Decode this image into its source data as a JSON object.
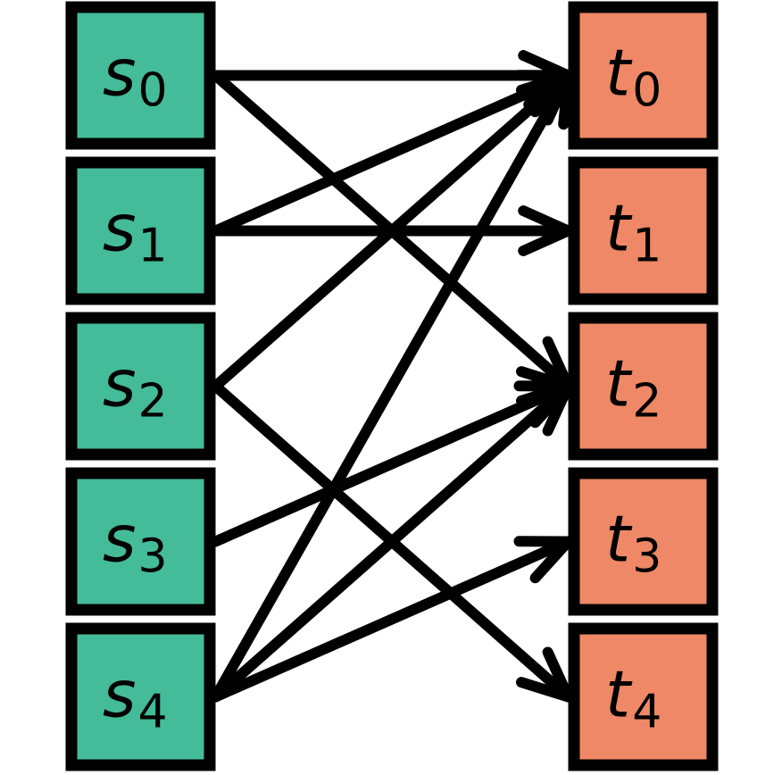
{
  "colors": {
    "source": "#44bb99",
    "target": "#ee8866",
    "stroke": "#000000"
  },
  "sources": [
    {
      "base": "s",
      "sub": "0"
    },
    {
      "base": "s",
      "sub": "1"
    },
    {
      "base": "s",
      "sub": "2"
    },
    {
      "base": "s",
      "sub": "3"
    },
    {
      "base": "s",
      "sub": "4"
    }
  ],
  "targets": [
    {
      "base": "t",
      "sub": "0"
    },
    {
      "base": "t",
      "sub": "1"
    },
    {
      "base": "t",
      "sub": "2"
    },
    {
      "base": "t",
      "sub": "3"
    },
    {
      "base": "t",
      "sub": "4"
    }
  ],
  "edges": [
    [
      0,
      0
    ],
    [
      0,
      2
    ],
    [
      1,
      0
    ],
    [
      1,
      1
    ],
    [
      2,
      0
    ],
    [
      2,
      4
    ],
    [
      3,
      2
    ],
    [
      4,
      0
    ],
    [
      4,
      2
    ],
    [
      4,
      3
    ]
  ]
}
